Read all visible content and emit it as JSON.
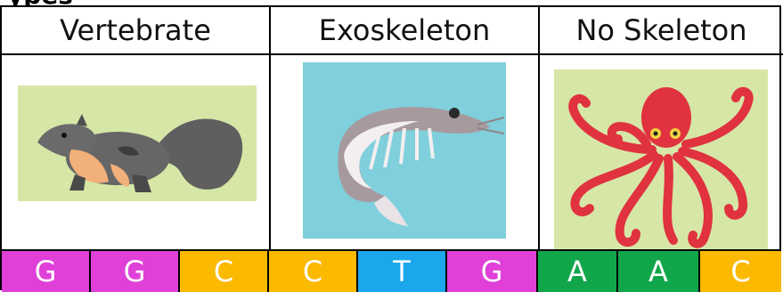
{
  "title_fragment": "ypes",
  "columns": [
    {
      "header": "Vertebrate",
      "image": "squirrel-illustration"
    },
    {
      "header": "Exoskeleton",
      "image": "shrimp-illustration"
    },
    {
      "header": "No Skeleton",
      "image": "octopus-illustration"
    }
  ],
  "bases": [
    {
      "letter": "G",
      "color": "#e040d8"
    },
    {
      "letter": "G",
      "color": "#e040d8"
    },
    {
      "letter": "C",
      "color": "#fbb900"
    },
    {
      "letter": "C",
      "color": "#fbb900"
    },
    {
      "letter": "T",
      "color": "#1aa7ec"
    },
    {
      "letter": "G",
      "color": "#e040d8"
    },
    {
      "letter": "A",
      "color": "#12a64a"
    },
    {
      "letter": "A",
      "color": "#12a64a"
    },
    {
      "letter": "C",
      "color": "#fbb900"
    }
  ]
}
